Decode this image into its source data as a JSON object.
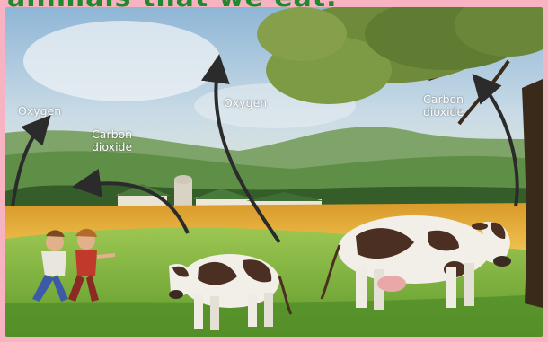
{
  "title": "animals that we eat.",
  "labels": {
    "oxygen_left": "Oxygen",
    "carbon_left": "Carbon\ndioxide",
    "oxygen_mid": "Oxygen",
    "carbon_right": "Carbon\ndioxide"
  },
  "colors": {
    "frame_pink": "#f7b3c2",
    "title_green": "#1e8a2e",
    "sky_blue": "#9fc2dd",
    "grass_green": "#7fb23a",
    "field_yellow": "#e8b23a",
    "arrow_dark": "#2b2b2b"
  }
}
